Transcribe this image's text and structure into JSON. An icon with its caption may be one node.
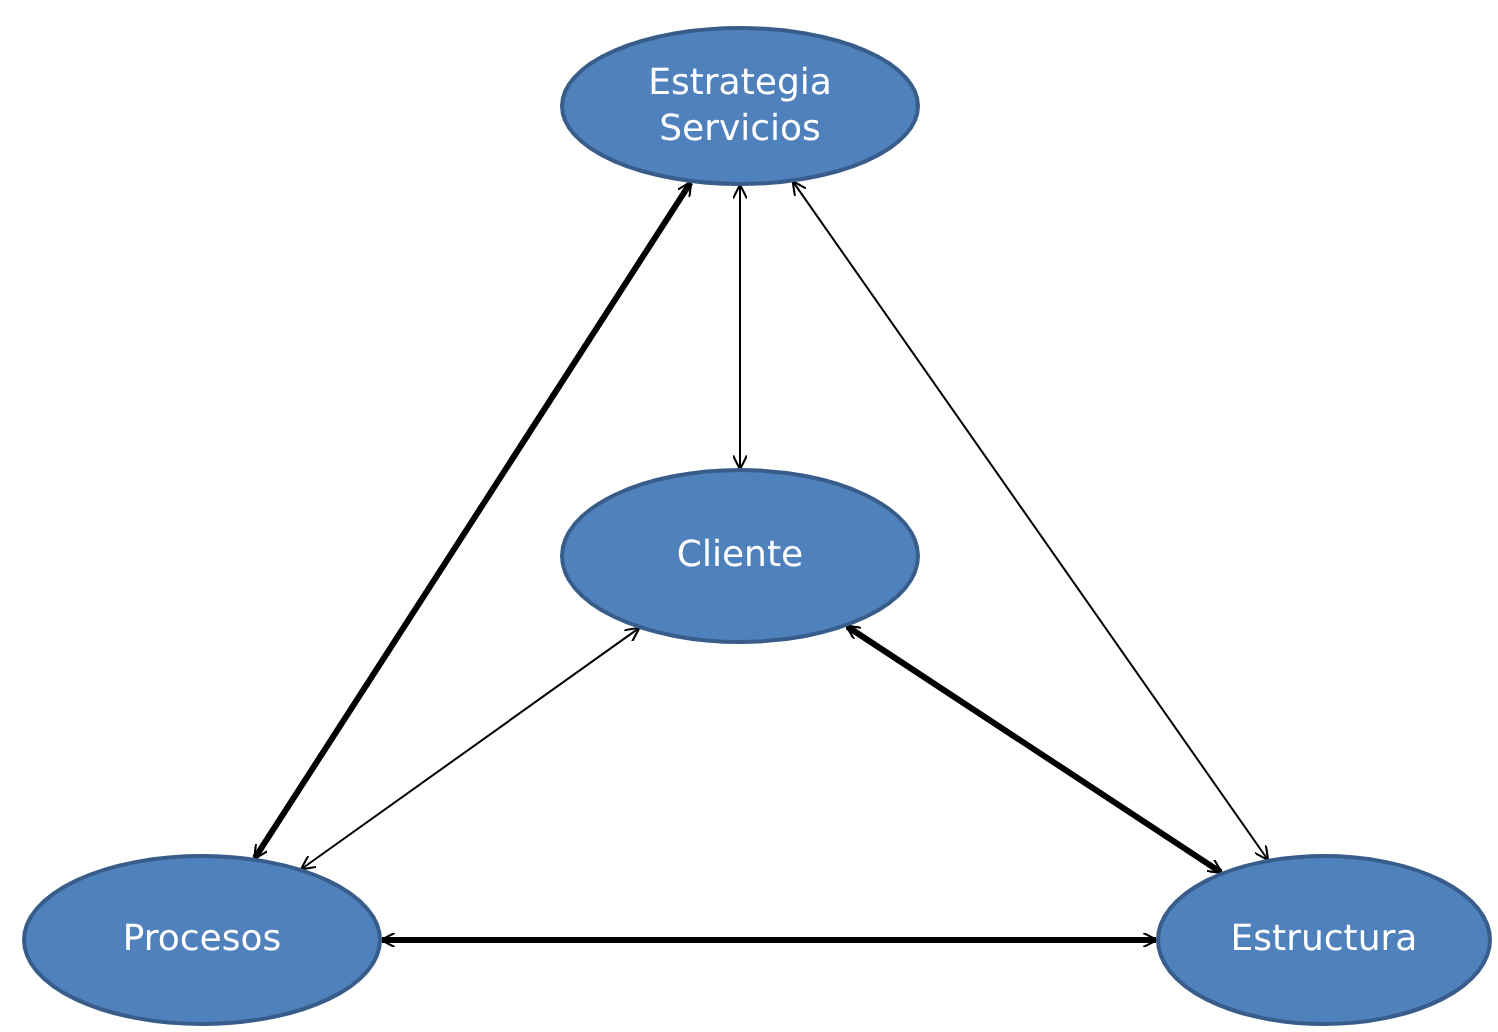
{
  "diagram": {
    "nodes": [
      {
        "text": [
          "Estrategia Servicios"
        ]
      },
      {
        "text": [
          "Cliente"
        ]
      },
      {
        "text": [
          "Procesos"
        ]
      },
      {
        "text": [
          "Estructura"
        ]
      }
    ],
    "edges": [
      {
        "from": 0,
        "to": 2,
        "arrow": "both",
        "style": "thick"
      },
      {
        "from": 0,
        "to": 1,
        "arrow": "both"
      },
      {
        "from": 0,
        "to": 3,
        "arrow": "both"
      },
      {
        "from": 1,
        "to": 2,
        "arrow": "both"
      },
      {
        "from": 1,
        "to": 3,
        "arrow": "both",
        "style": "thick"
      },
      {
        "from": 2,
        "to": 3,
        "arrow": "both",
        "style": "thick"
      }
    ]
  }
}
